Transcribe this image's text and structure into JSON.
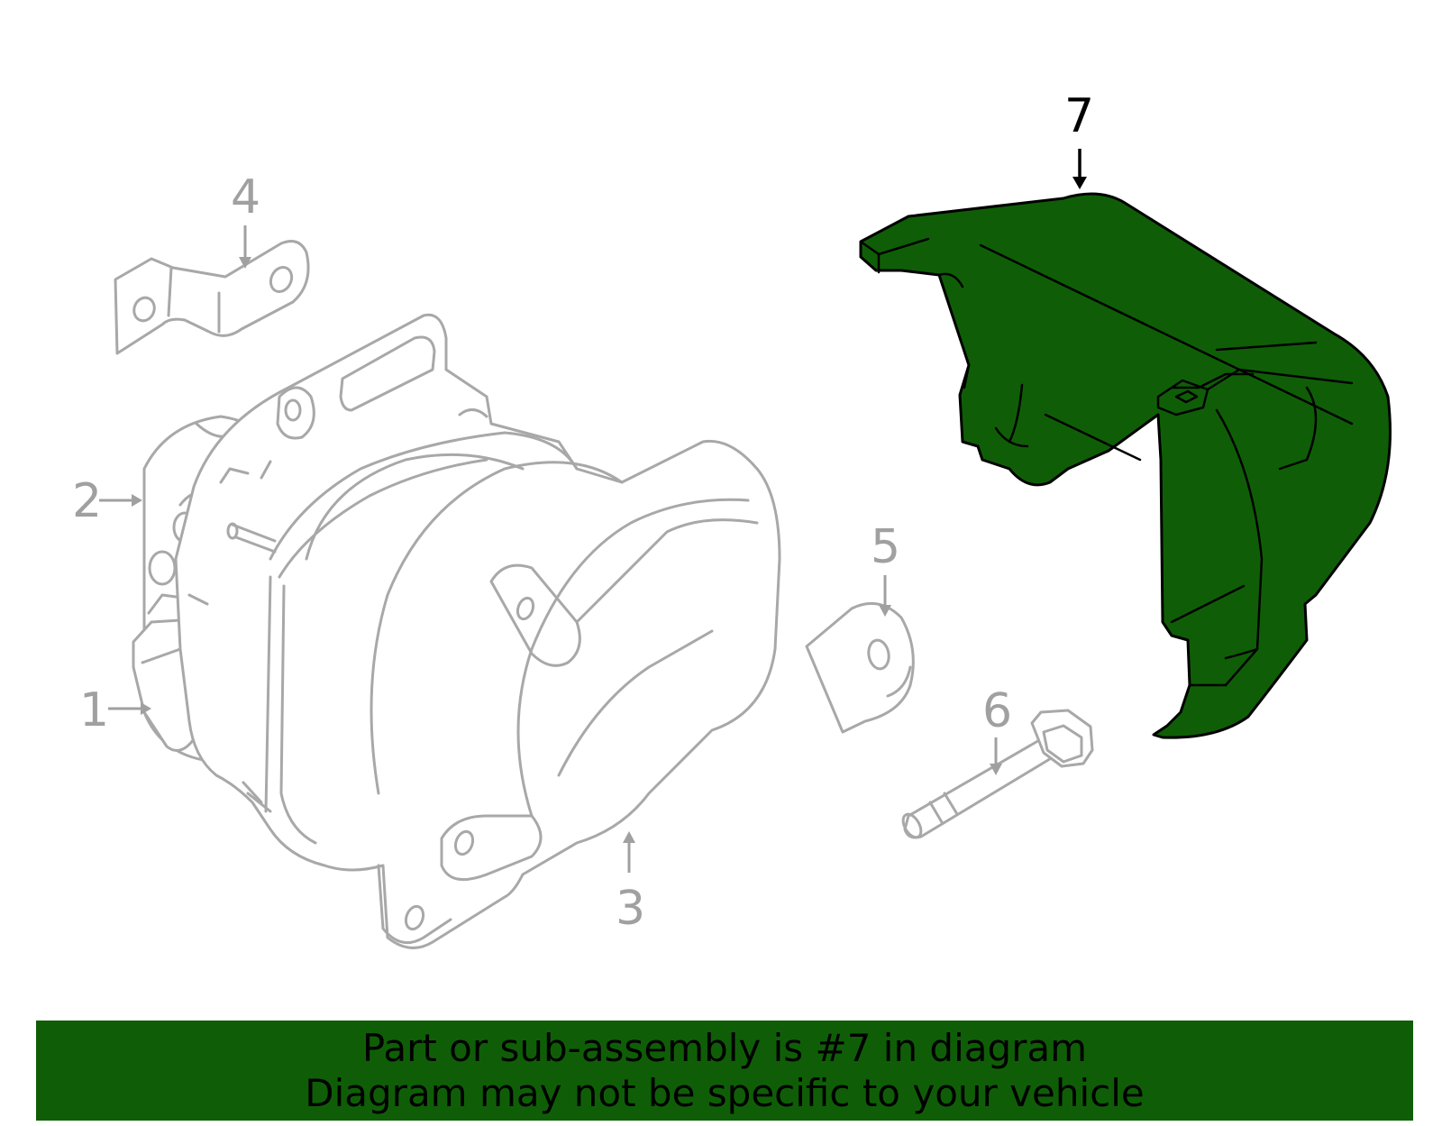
{
  "diagram": {
    "callouts": [
      {
        "id": "1",
        "label": "1"
      },
      {
        "id": "2",
        "label": "2"
      },
      {
        "id": "3",
        "label": "3"
      },
      {
        "id": "4",
        "label": "4"
      },
      {
        "id": "5",
        "label": "5"
      },
      {
        "id": "6",
        "label": "6"
      },
      {
        "id": "7",
        "label": "7"
      }
    ],
    "selected_part": "7",
    "colors": {
      "highlight_fill": "#0f5e07",
      "outline_gray": "#a8a8a8",
      "label_gray": "#a0a0a0",
      "selected_label": "#000000"
    }
  },
  "banner": {
    "line1": "Part or sub-assembly is #7 in diagram",
    "line2": "Diagram may not be specific to your vehicle",
    "background": "#0f5e07"
  }
}
